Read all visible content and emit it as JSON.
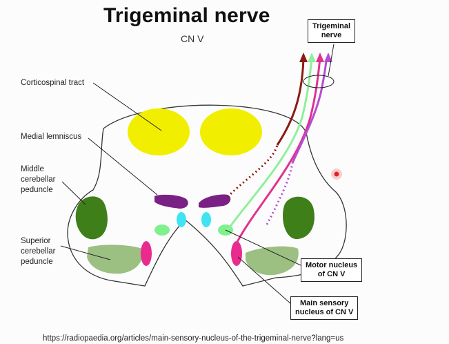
{
  "header": {
    "title": "Trigeminal nerve",
    "subtitle": "CN V"
  },
  "labels": {
    "corticospinal": "Corticospinal tract",
    "medial_lemniscus": "Medial lemniscus",
    "middle_cerebellar": "Middle\ncerebellar\npeduncle",
    "superior_cerebellar": "Superior\ncerebellar\npeduncle"
  },
  "boxes": {
    "trigeminal_nerve": "Trigeminal\nnerve",
    "motor_nucleus": "Motor nucleus\nof CN V",
    "main_sensory_nucleus": "Main sensory\nnucleus of CN V"
  },
  "source_url": "https://radiopaedia.org/articles/main-sensory-nucleus-of-the-trigeminal-nerve?lang=us",
  "colors": {
    "corticospinal": "#f2ee00",
    "medial_lemniscus": "#7a2185",
    "cyan_nuclei": "#3fe3f2",
    "motor_nucleus": "#7ef08c",
    "sensory_nucleus": "#ea2a8e",
    "middle_cerebellar": "#3f7f1a",
    "superior_cerebellar": "#9cbf82",
    "fiber_darkred": "#8a1b12",
    "fiber_green": "#8ef09a",
    "fiber_pink": "#e0318f",
    "fiber_purple": "#b64cd1",
    "pointer_dot": "#e82020"
  }
}
